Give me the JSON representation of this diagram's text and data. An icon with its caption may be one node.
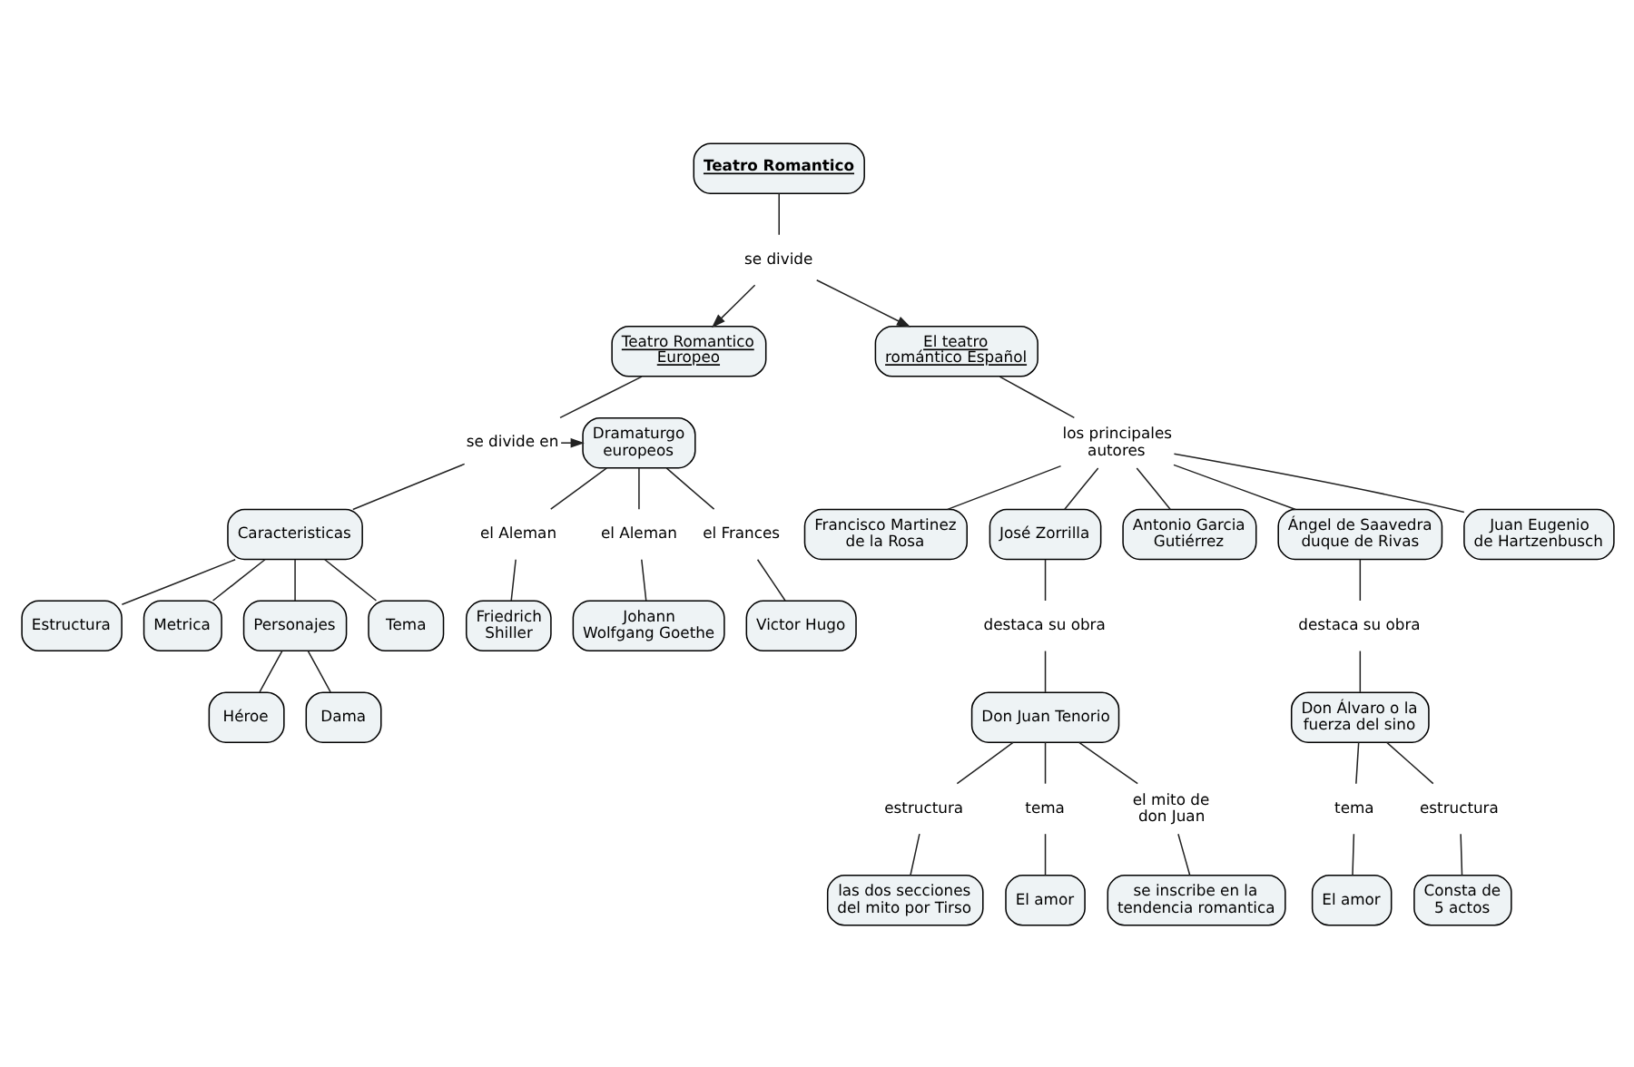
{
  "diagram": {
    "nodes": [
      {
        "text": [
          "Teatro Romantico"
        ]
      },
      {
        "text": [
          "se divide"
        ]
      },
      {
        "text": [
          "Teatro Romantico Europeo"
        ]
      },
      {
        "text": [
          "El teatro romántico Español"
        ]
      },
      {
        "text": [
          "se divide en"
        ]
      },
      {
        "text": [
          "Dramaturgo europeos"
        ]
      },
      {
        "text": [
          "Caracteristicas"
        ]
      },
      {
        "text": [
          "el Aleman"
        ]
      },
      {
        "text": [
          "el Aleman"
        ]
      },
      {
        "text": [
          "el Frances"
        ]
      },
      {
        "text": [
          "Friedrich Shiller"
        ]
      },
      {
        "text": [
          "Victor Hugo"
        ]
      },
      {
        "text": [
          "Johann Wolfgang Goethe"
        ]
      },
      {
        "text": [
          "los principales autores"
        ]
      },
      {
        "text": [
          "Estructura"
        ]
      },
      {
        "text": [
          "Tema"
        ]
      },
      {
        "text": [
          "Personajes"
        ]
      },
      {
        "text": [
          "Metrica"
        ]
      },
      {
        "text": [
          "Héroe"
        ]
      },
      {
        "text": [
          "Dama"
        ]
      },
      {
        "text": [
          "Francisco Martinez de la Rosa"
        ]
      },
      {
        "text": [
          "Juan Eugenio de Hartzenbusch"
        ]
      },
      {
        "text": [
          "Antonio Garcia Gutiérrez"
        ]
      },
      {
        "text": [
          "Ángel de Saavedra duque de Rivas"
        ]
      },
      {
        "text": [
          "José Zorrilla"
        ]
      },
      {
        "text": [
          "destaca su obra"
        ]
      },
      {
        "text": [
          "destaca su obra"
        ]
      },
      {
        "text": [
          "Don Juan Tenorio"
        ]
      },
      {
        "text": [
          "Don Álvaro o la fuerza del sino"
        ]
      },
      {
        "text": [
          "estructura"
        ]
      },
      {
        "text": [
          "tema"
        ]
      },
      {
        "text": [
          "el mito de don Juan"
        ]
      },
      {
        "text": [
          "tema"
        ]
      },
      {
        "text": [
          "estructura"
        ]
      },
      {
        "text": [
          "las dos secciones del mito por Tirso"
        ]
      },
      {
        "text": [
          "El amor"
        ]
      },
      {
        "text": [
          "se inscribe en la tendencia romantica"
        ]
      },
      {
        "text": [
          "El amor"
        ]
      },
      {
        "text": [
          "Consta de 5 actos"
        ]
      }
    ],
    "edges": [
      {
        "from": 0,
        "to": 1,
        "arrow": "none"
      },
      {
        "from": 1,
        "to": 2,
        "arrow": "to"
      },
      {
        "from": 1,
        "to": 3,
        "arrow": "to"
      },
      {
        "from": 2,
        "to": 4,
        "arrow": "none"
      },
      {
        "from": 4,
        "to": 5,
        "arrow": "to"
      },
      {
        "from": 4,
        "to": 6,
        "arrow": "none"
      },
      {
        "from": 6,
        "to": 14,
        "arrow": "none"
      },
      {
        "from": 6,
        "to": 17,
        "arrow": "none"
      },
      {
        "from": 6,
        "to": 16,
        "arrow": "none"
      },
      {
        "from": 6,
        "to": 15,
        "arrow": "none"
      },
      {
        "from": 16,
        "to": 18,
        "arrow": "none"
      },
      {
        "from": 16,
        "to": 19,
        "arrow": "none"
      },
      {
        "from": 5,
        "to": 7,
        "arrow": "none"
      },
      {
        "from": 7,
        "to": 10,
        "arrow": "none"
      },
      {
        "from": 5,
        "to": 8,
        "arrow": "none"
      },
      {
        "from": 8,
        "to": 12,
        "arrow": "none"
      },
      {
        "from": 5,
        "to": 9,
        "arrow": "none"
      },
      {
        "from": 9,
        "to": 11,
        "arrow": "none"
      },
      {
        "from": 3,
        "to": 13,
        "arrow": "none"
      },
      {
        "from": 13,
        "to": 20,
        "arrow": "none"
      },
      {
        "from": 13,
        "to": 24,
        "arrow": "none"
      },
      {
        "from": 13,
        "to": 22,
        "arrow": "none"
      },
      {
        "from": 13,
        "to": 23,
        "arrow": "none"
      },
      {
        "from": 13,
        "to": 21,
        "arrow": "none"
      },
      {
        "from": 24,
        "to": 25,
        "arrow": "none"
      },
      {
        "from": 25,
        "to": 27,
        "arrow": "none"
      },
      {
        "from": 23,
        "to": 26,
        "arrow": "none"
      },
      {
        "from": 26,
        "to": 28,
        "arrow": "none"
      },
      {
        "from": 27,
        "to": 29,
        "arrow": "none"
      },
      {
        "from": 29,
        "to": 34,
        "arrow": "none"
      },
      {
        "from": 27,
        "to": 30,
        "arrow": "none"
      },
      {
        "from": 30,
        "to": 35,
        "arrow": "none"
      },
      {
        "from": 27,
        "to": 31,
        "arrow": "none"
      },
      {
        "from": 31,
        "to": 36,
        "arrow": "none"
      },
      {
        "from": 28,
        "to": 32,
        "arrow": "none"
      },
      {
        "from": 32,
        "to": 37,
        "arrow": "none"
      },
      {
        "from": 28,
        "to": 33,
        "arrow": "none"
      },
      {
        "from": 33,
        "to": 38,
        "arrow": "none"
      }
    ]
  }
}
